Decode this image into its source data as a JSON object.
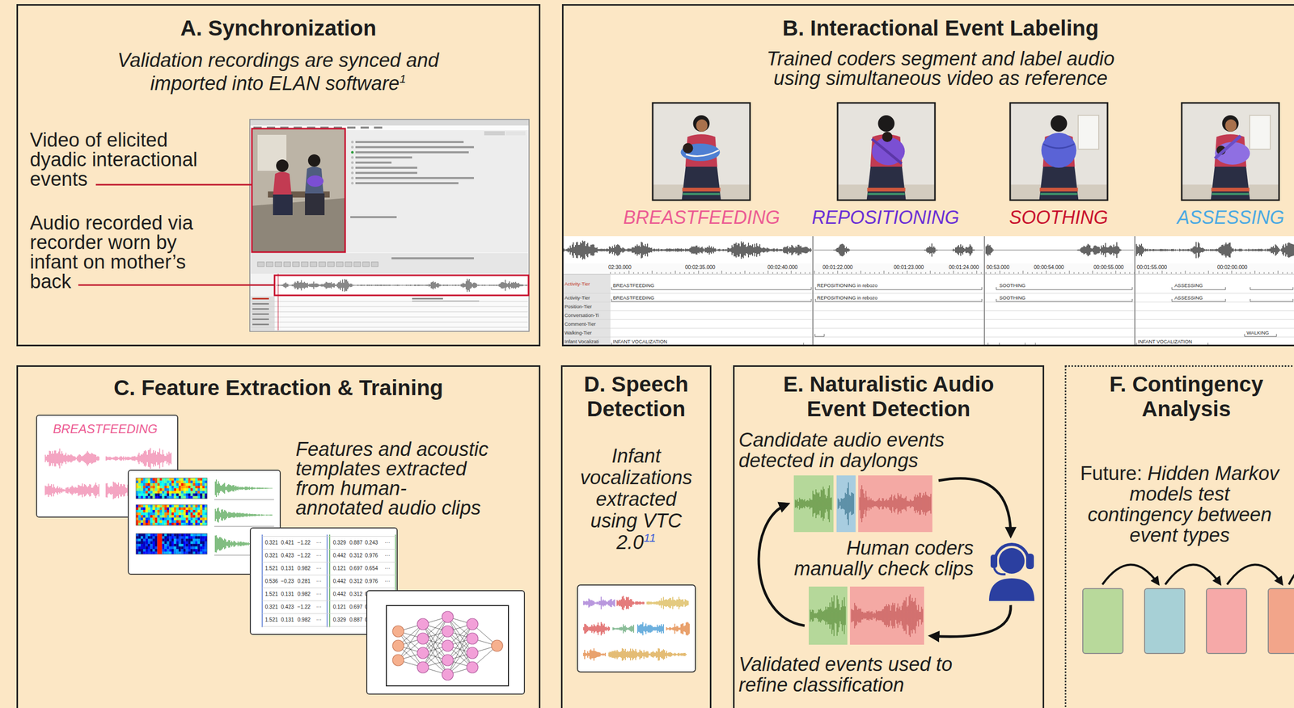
{
  "diagram": {
    "nodes": [
      {
        "text": [
          "A. Synchronization",
          "Validation recordings are synced and imported into ELAN software"
        ]
      },
      {
        "text": [
          "B. Interactional Event Labeling",
          "Trained coders segment and label audio using simultaneous video as reference"
        ]
      },
      {
        "text": [
          "C. Feature Extraction & Training",
          "Features and acoustic templates extracted from human-annotated audio clips"
        ]
      },
      {
        "text": [
          "BREASTFEEDING"
        ],
        "in": 2
      },
      {
        "text": [
          "D. Speech Detection",
          "Infant vocalizations extracted using VTC 2.0"
        ]
      },
      {
        "text": [
          "E. Naturalistic Audio Event Detection",
          "Candidate audio events detected in daylongs",
          "Human coders manually check clips",
          "Validated events used to refine classification"
        ]
      },
      {
        "text": [
          "F. Contingency Analysis",
          "Future:",
          "Hidden Markov models test contingency between event types"
        ]
      }
    ],
    "labels": [
      "1",
      "Video of elicited dyadic interactional events",
      "Audio recorded via recorder worn by infant on mother’s back",
      "BREASTFEEDING",
      "REPOSITIONING",
      "SOOTHING",
      "ASSESSING",
      "Activity-Tier",
      "Activity-Tier",
      "Position-Tier",
      "Conversation-Ti",
      "Comment-Tier",
      "Walking-Tier",
      "Infant Vocalizati",
      "02:30.000",
      "00:02:35.000",
      "00:02:40.000",
      "00:01:22.000",
      "00:01:23.000",
      "00:01:24.000",
      "00:53.000",
      "00:00:54.000",
      "00:00:55.000",
      "00:01:55.000",
      "00:02:00.000",
      "BREASTFEEDING",
      "BREASTFEEDING",
      "REPOSITIONING in rebozo",
      "REPOSITIONING in rebozo",
      "SOOTHING",
      "SOOTHING",
      "ASSESSING",
      "ASSESSING",
      "WALKING",
      "INFANT VOCALIZATION",
      "INFANT VOCALIZATION",
      "11",
      "0.321",
      "0.421",
      "−1.22",
      "···",
      "0.329",
      "0.887",
      "0.243",
      "···",
      "0.321",
      "0.423",
      "−1.22",
      "···",
      "0.442",
      "0.312",
      "0.976",
      "···",
      "1.521",
      "0.131",
      "0.982",
      "···",
      "0.121",
      "0.697",
      "0.654",
      "···",
      "0.536",
      "−0.23",
      "0.281",
      "···",
      "0.442",
      "0.312",
      "0.976",
      "···",
      "1.521",
      "0.131",
      "0.982",
      "···",
      "0.442",
      "0.312",
      "0.976",
      "···",
      "0.321",
      "0.423",
      "−1.22",
      "···",
      "0.121",
      "0.697",
      "0.654",
      "···",
      "1.521",
      "0.131",
      "0.982",
      "···",
      "0.329",
      "0.887",
      "0.243",
      "···"
    ]
  }
}
